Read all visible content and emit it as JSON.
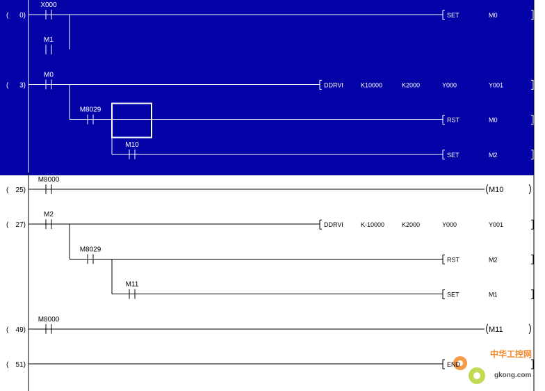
{
  "colors": {
    "selected_bg": "#0303a8",
    "selected_fg": "#ffffff",
    "normal_bg": "#ffffff",
    "normal_fg": "#000000"
  },
  "rungs": [
    {
      "step": "0",
      "selected": true,
      "lines": [
        {
          "contacts": [
            {
              "label": "X000",
              "col": 0
            }
          ],
          "coil": {
            "type": "bracket",
            "op": "SET",
            "args": [
              "M0"
            ]
          }
        },
        {
          "contacts": [
            {
              "label": "M1",
              "col": 0
            }
          ],
          "branch_from": 0,
          "branch_col": 1,
          "or": true
        }
      ]
    },
    {
      "step": "3",
      "selected": true,
      "lines": [
        {
          "contacts": [
            {
              "label": "M0",
              "col": 0
            }
          ],
          "coil": {
            "type": "bracket",
            "op": "DDRVI",
            "args": [
              "K10000",
              "K2000",
              "Y000",
              "Y001"
            ]
          }
        },
        {
          "contacts": [
            {
              "label": "M8029",
              "col": 1
            }
          ],
          "branch_col": 1,
          "coil": {
            "type": "bracket",
            "op": "RST",
            "args": [
              "M0"
            ]
          },
          "cursor": true
        },
        {
          "contacts": [
            {
              "label": "M10",
              "col": 2
            }
          ],
          "branch_col": 2,
          "coil": {
            "type": "bracket",
            "op": "SET",
            "args": [
              "M2"
            ]
          }
        }
      ]
    },
    {
      "step": "25",
      "selected": false,
      "lines": [
        {
          "contacts": [
            {
              "label": "M8000",
              "col": 0
            }
          ],
          "coil": {
            "type": "coil",
            "op": "M10",
            "args": []
          }
        }
      ]
    },
    {
      "step": "27",
      "selected": false,
      "lines": [
        {
          "contacts": [
            {
              "label": "M2",
              "col": 0
            }
          ],
          "coil": {
            "type": "bracket",
            "op": "DDRVI",
            "args": [
              "K-10000",
              "K2000",
              "Y000",
              "Y001"
            ]
          }
        },
        {
          "contacts": [
            {
              "label": "M8029",
              "col": 1
            }
          ],
          "branch_col": 1,
          "coil": {
            "type": "bracket",
            "op": "RST",
            "args": [
              "M2"
            ]
          }
        },
        {
          "contacts": [
            {
              "label": "M11",
              "col": 2
            }
          ],
          "branch_col": 2,
          "coil": {
            "type": "bracket",
            "op": "SET",
            "args": [
              "M1"
            ]
          }
        }
      ]
    },
    {
      "step": "49",
      "selected": false,
      "lines": [
        {
          "contacts": [
            {
              "label": "M8000",
              "col": 0
            }
          ],
          "coil": {
            "type": "coil",
            "op": "M11",
            "args": []
          }
        }
      ]
    },
    {
      "step": "51",
      "selected": false,
      "lines": [
        {
          "contacts": [],
          "coil": {
            "type": "bracket",
            "op": "END",
            "args": []
          }
        }
      ]
    }
  ],
  "watermark": {
    "cn": "中华工控网",
    "en": "gkong.com"
  }
}
